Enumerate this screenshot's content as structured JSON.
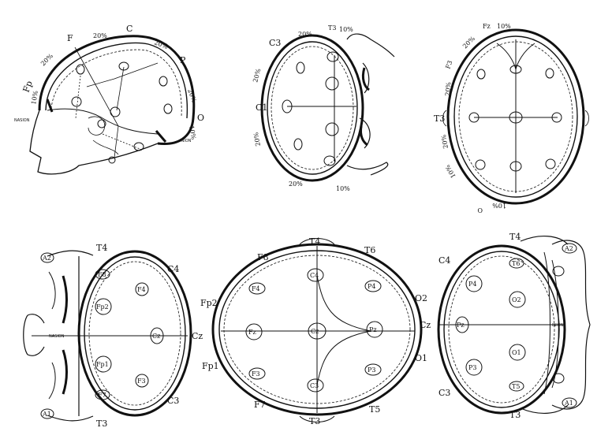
{
  "figure": {
    "ink_color": "#111111",
    "paper_color": "#ffffff",
    "views": [
      {
        "id": "lateral",
        "labels": [
          "F",
          "C",
          "P",
          "O",
          "Fp",
          "20%",
          "20%",
          "20%",
          "10%",
          "20%",
          "10%",
          "NASION",
          "INION"
        ]
      },
      {
        "id": "top-oblique",
        "labels": [
          "C3",
          "T3",
          "C1",
          "20%",
          "20%",
          "20%",
          "10%",
          "20%",
          "10%"
        ]
      },
      {
        "id": "vertex",
        "labels": [
          "Fz",
          "F3",
          "T3",
          "10%",
          "20%",
          "20%",
          "20%",
          "10%",
          "O",
          "10%"
        ]
      },
      {
        "id": "frontal-electrodes",
        "labels": [
          "T4",
          "C4",
          "Cz",
          "C3",
          "T3",
          "A2",
          "A1",
          "F8",
          "F4",
          "Fp2",
          "Cz",
          "Fp1",
          "F3",
          "F7",
          "NASION"
        ]
      },
      {
        "id": "central-electrodes",
        "labels": [
          "T4",
          "T6",
          "F8",
          "C4",
          "P4",
          "F4",
          "Fp2",
          "O2",
          "Fz",
          "Cz",
          "Pz",
          "Fp1",
          "O1",
          "F3",
          "C3",
          "P3",
          "F7",
          "T5",
          "T3"
        ]
      },
      {
        "id": "posterior-electrodes",
        "labels": [
          "T4",
          "C4",
          "A2",
          "T6",
          "P4",
          "O2",
          "Cz",
          "Pz",
          "INION",
          "P3",
          "O1",
          "C3",
          "T5",
          "A1",
          "T3"
        ]
      }
    ]
  }
}
